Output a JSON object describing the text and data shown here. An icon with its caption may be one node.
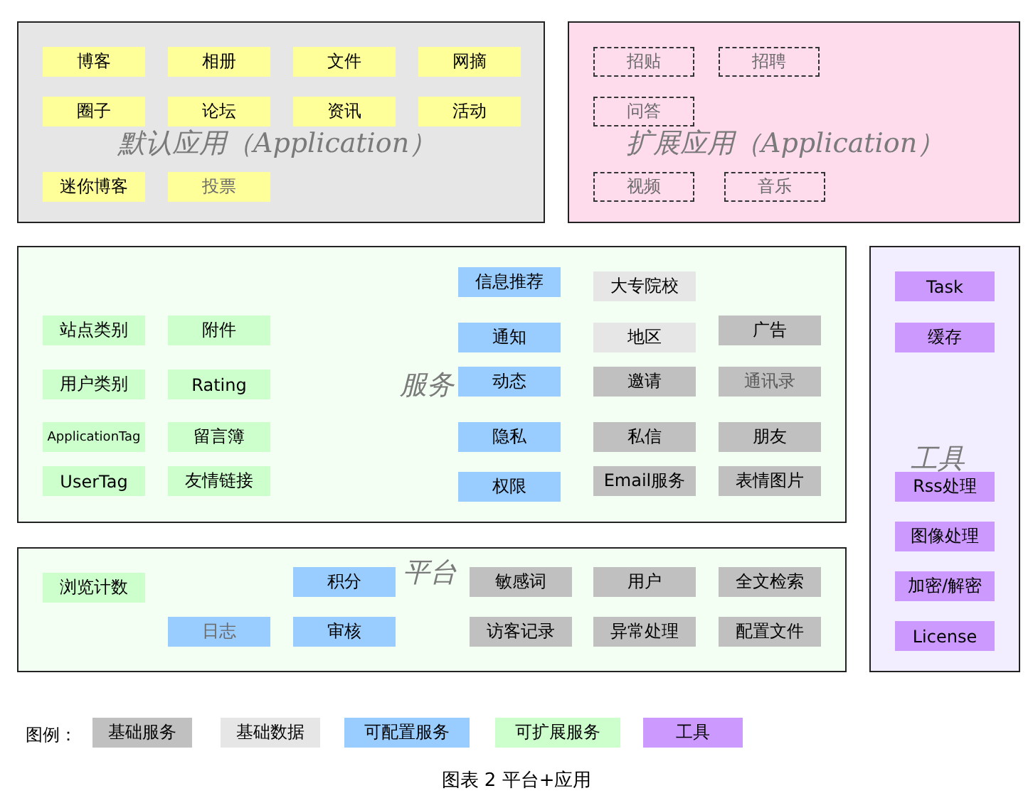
{
  "diagram": {
    "caption": "图表 2 平台+应用",
    "nodes": [
      {
        "text": [
          "默认应用（Application）"
        ]
      },
      {
        "text": [
          "博客"
        ],
        "in": 0
      },
      {
        "text": [
          "相册"
        ],
        "in": 0
      },
      {
        "text": [
          "文件"
        ],
        "in": 0
      },
      {
        "text": [
          "网摘"
        ],
        "in": 0
      },
      {
        "text": [
          "圈子"
        ],
        "in": 0
      },
      {
        "text": [
          "论坛"
        ],
        "in": 0
      },
      {
        "text": [
          "资讯"
        ],
        "in": 0
      },
      {
        "text": [
          "活动"
        ],
        "in": 0
      },
      {
        "text": [
          "迷你博客"
        ],
        "in": 0
      },
      {
        "text": [
          "投票"
        ],
        "in": 0
      },
      {
        "text": [
          "扩展应用（Application）"
        ]
      },
      {
        "text": [
          "招贴"
        ],
        "in": 11
      },
      {
        "text": [
          "招聘"
        ],
        "in": 11
      },
      {
        "text": [
          "问答"
        ],
        "in": 11
      },
      {
        "text": [
          "视频"
        ],
        "in": 11
      },
      {
        "text": [
          "音乐"
        ],
        "in": 11
      },
      {
        "text": [
          "服务"
        ]
      },
      {
        "text": [
          "信息推荐"
        ],
        "in": 17
      },
      {
        "text": [
          "大专院校"
        ],
        "in": 17
      },
      {
        "text": [
          "站点类别"
        ],
        "in": 17
      },
      {
        "text": [
          "附件"
        ],
        "in": 17
      },
      {
        "text": [
          "通知"
        ],
        "in": 17
      },
      {
        "text": [
          "地区"
        ],
        "in": 17
      },
      {
        "text": [
          "广告"
        ],
        "in": 17
      },
      {
        "text": [
          "用户类别"
        ],
        "in": 17
      },
      {
        "text": [
          "Rating"
        ],
        "in": 17
      },
      {
        "text": [
          "动态"
        ],
        "in": 17
      },
      {
        "text": [
          "邀请"
        ],
        "in": 17
      },
      {
        "text": [
          "通讯录"
        ],
        "in": 17
      },
      {
        "text": [
          "ApplicationTag"
        ],
        "in": 17
      },
      {
        "text": [
          "留言簿"
        ],
        "in": 17
      },
      {
        "text": [
          "隐私"
        ],
        "in": 17
      },
      {
        "text": [
          "私信"
        ],
        "in": 17
      },
      {
        "text": [
          "朋友"
        ],
        "in": 17
      },
      {
        "text": [
          "UserTag"
        ],
        "in": 17
      },
      {
        "text": [
          "友情链接"
        ],
        "in": 17
      },
      {
        "text": [
          "权限"
        ],
        "in": 17
      },
      {
        "text": [
          "Email服务"
        ],
        "in": 17
      },
      {
        "text": [
          "表情图片"
        ],
        "in": 17
      },
      {
        "text": [
          "工具"
        ]
      },
      {
        "text": [
          "Task"
        ],
        "in": 40
      },
      {
        "text": [
          "缓存"
        ],
        "in": 40
      },
      {
        "text": [
          "Rss处理"
        ],
        "in": 40
      },
      {
        "text": [
          "图像处理"
        ],
        "in": 40
      },
      {
        "text": [
          "加密/解密"
        ],
        "in": 40
      },
      {
        "text": [
          "License"
        ],
        "in": 40
      },
      {
        "text": [
          "平台"
        ]
      },
      {
        "text": [
          "浏览计数"
        ],
        "in": 47
      },
      {
        "text": [
          "积分"
        ],
        "in": 47
      },
      {
        "text": [
          "敏感词"
        ],
        "in": 47
      },
      {
        "text": [
          "用户"
        ],
        "in": 47
      },
      {
        "text": [
          "全文检索"
        ],
        "in": 47
      },
      {
        "text": [
          "日志"
        ],
        "in": 47
      },
      {
        "text": [
          "审核"
        ],
        "in": 47
      },
      {
        "text": [
          "访客记录"
        ],
        "in": 47
      },
      {
        "text": [
          "异常处理"
        ],
        "in": 47
      },
      {
        "text": [
          "配置文件"
        ],
        "in": 47
      }
    ],
    "labels": [
      "图例："
    ],
    "legend": [
      {
        "text": "基础服务",
        "color": "#c0c0c0"
      },
      {
        "text": "基础数据",
        "color": "#e6e6e6"
      },
      {
        "text": "可配置服务",
        "color": "#99ccff"
      },
      {
        "text": "可扩展服务",
        "color": "#ccffcc"
      },
      {
        "text": "工具",
        "color": "#cc99ff"
      }
    ]
  }
}
